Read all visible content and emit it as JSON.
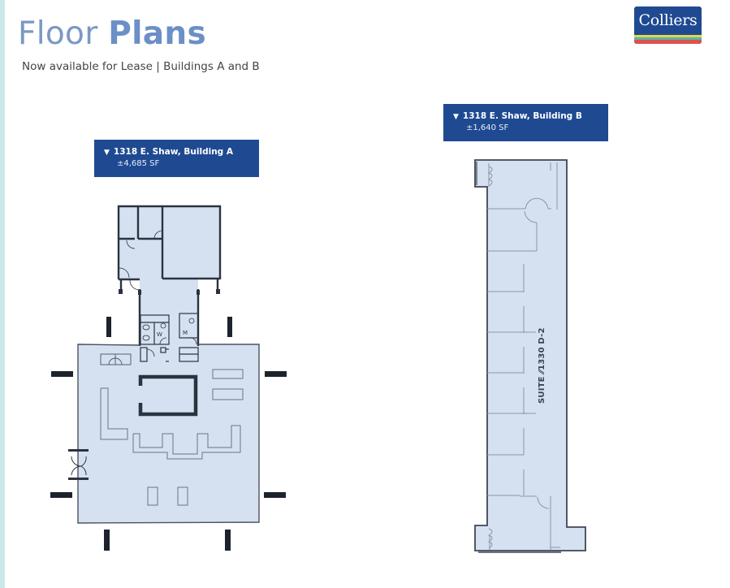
{
  "page": {
    "title_light": "Floor ",
    "title_bold": "Plans",
    "subtitle": "Now available for Lease | Buildings A and B"
  },
  "logo": {
    "text": "Colliers",
    "colors": {
      "background": "#1f4a92",
      "stripe_yellow": "#e1d54b",
      "stripe_teal": "#5fb3a4",
      "stripe_red": "#d9534f"
    }
  },
  "buildings": [
    {
      "id": "A",
      "icon": "triangle-down-icon",
      "name": "1318 E. Shaw, Building A",
      "area": "±4,685 SF",
      "room_labels": [
        "W",
        "M"
      ]
    },
    {
      "id": "B",
      "icon": "triangle-down-icon",
      "name": "1318 E. Shaw, Building B",
      "area": "±1,640 SF",
      "suite_label": "SUITE ⁄⁄1330 D-2"
    }
  ],
  "colors": {
    "label_bg": "#1f4a92",
    "plan_fill": "#d5e1f0",
    "wall": "#2b3340",
    "title": "#6b8fc6",
    "stripe": "#cde8e8"
  }
}
